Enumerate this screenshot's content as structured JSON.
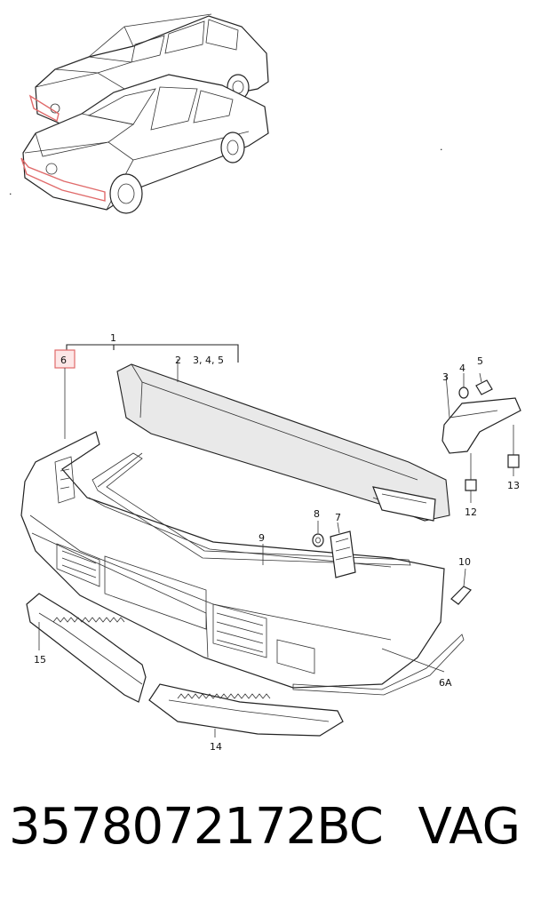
{
  "diagram": {
    "callouts": {
      "c1": "1",
      "c2": "2",
      "c3": "3",
      "c4": "4",
      "c5": "5",
      "c6": "6",
      "c6a": "6A",
      "c7": "7",
      "c8": "8",
      "c9": "9",
      "c10": "10",
      "c12": "12",
      "c13": "13",
      "c14": "14",
      "c15": "15",
      "c345": "3, 4, 5"
    },
    "highlight_color": "#e06a6a"
  },
  "footer": {
    "part_number": "3578072172BC",
    "brand": "VAG"
  }
}
